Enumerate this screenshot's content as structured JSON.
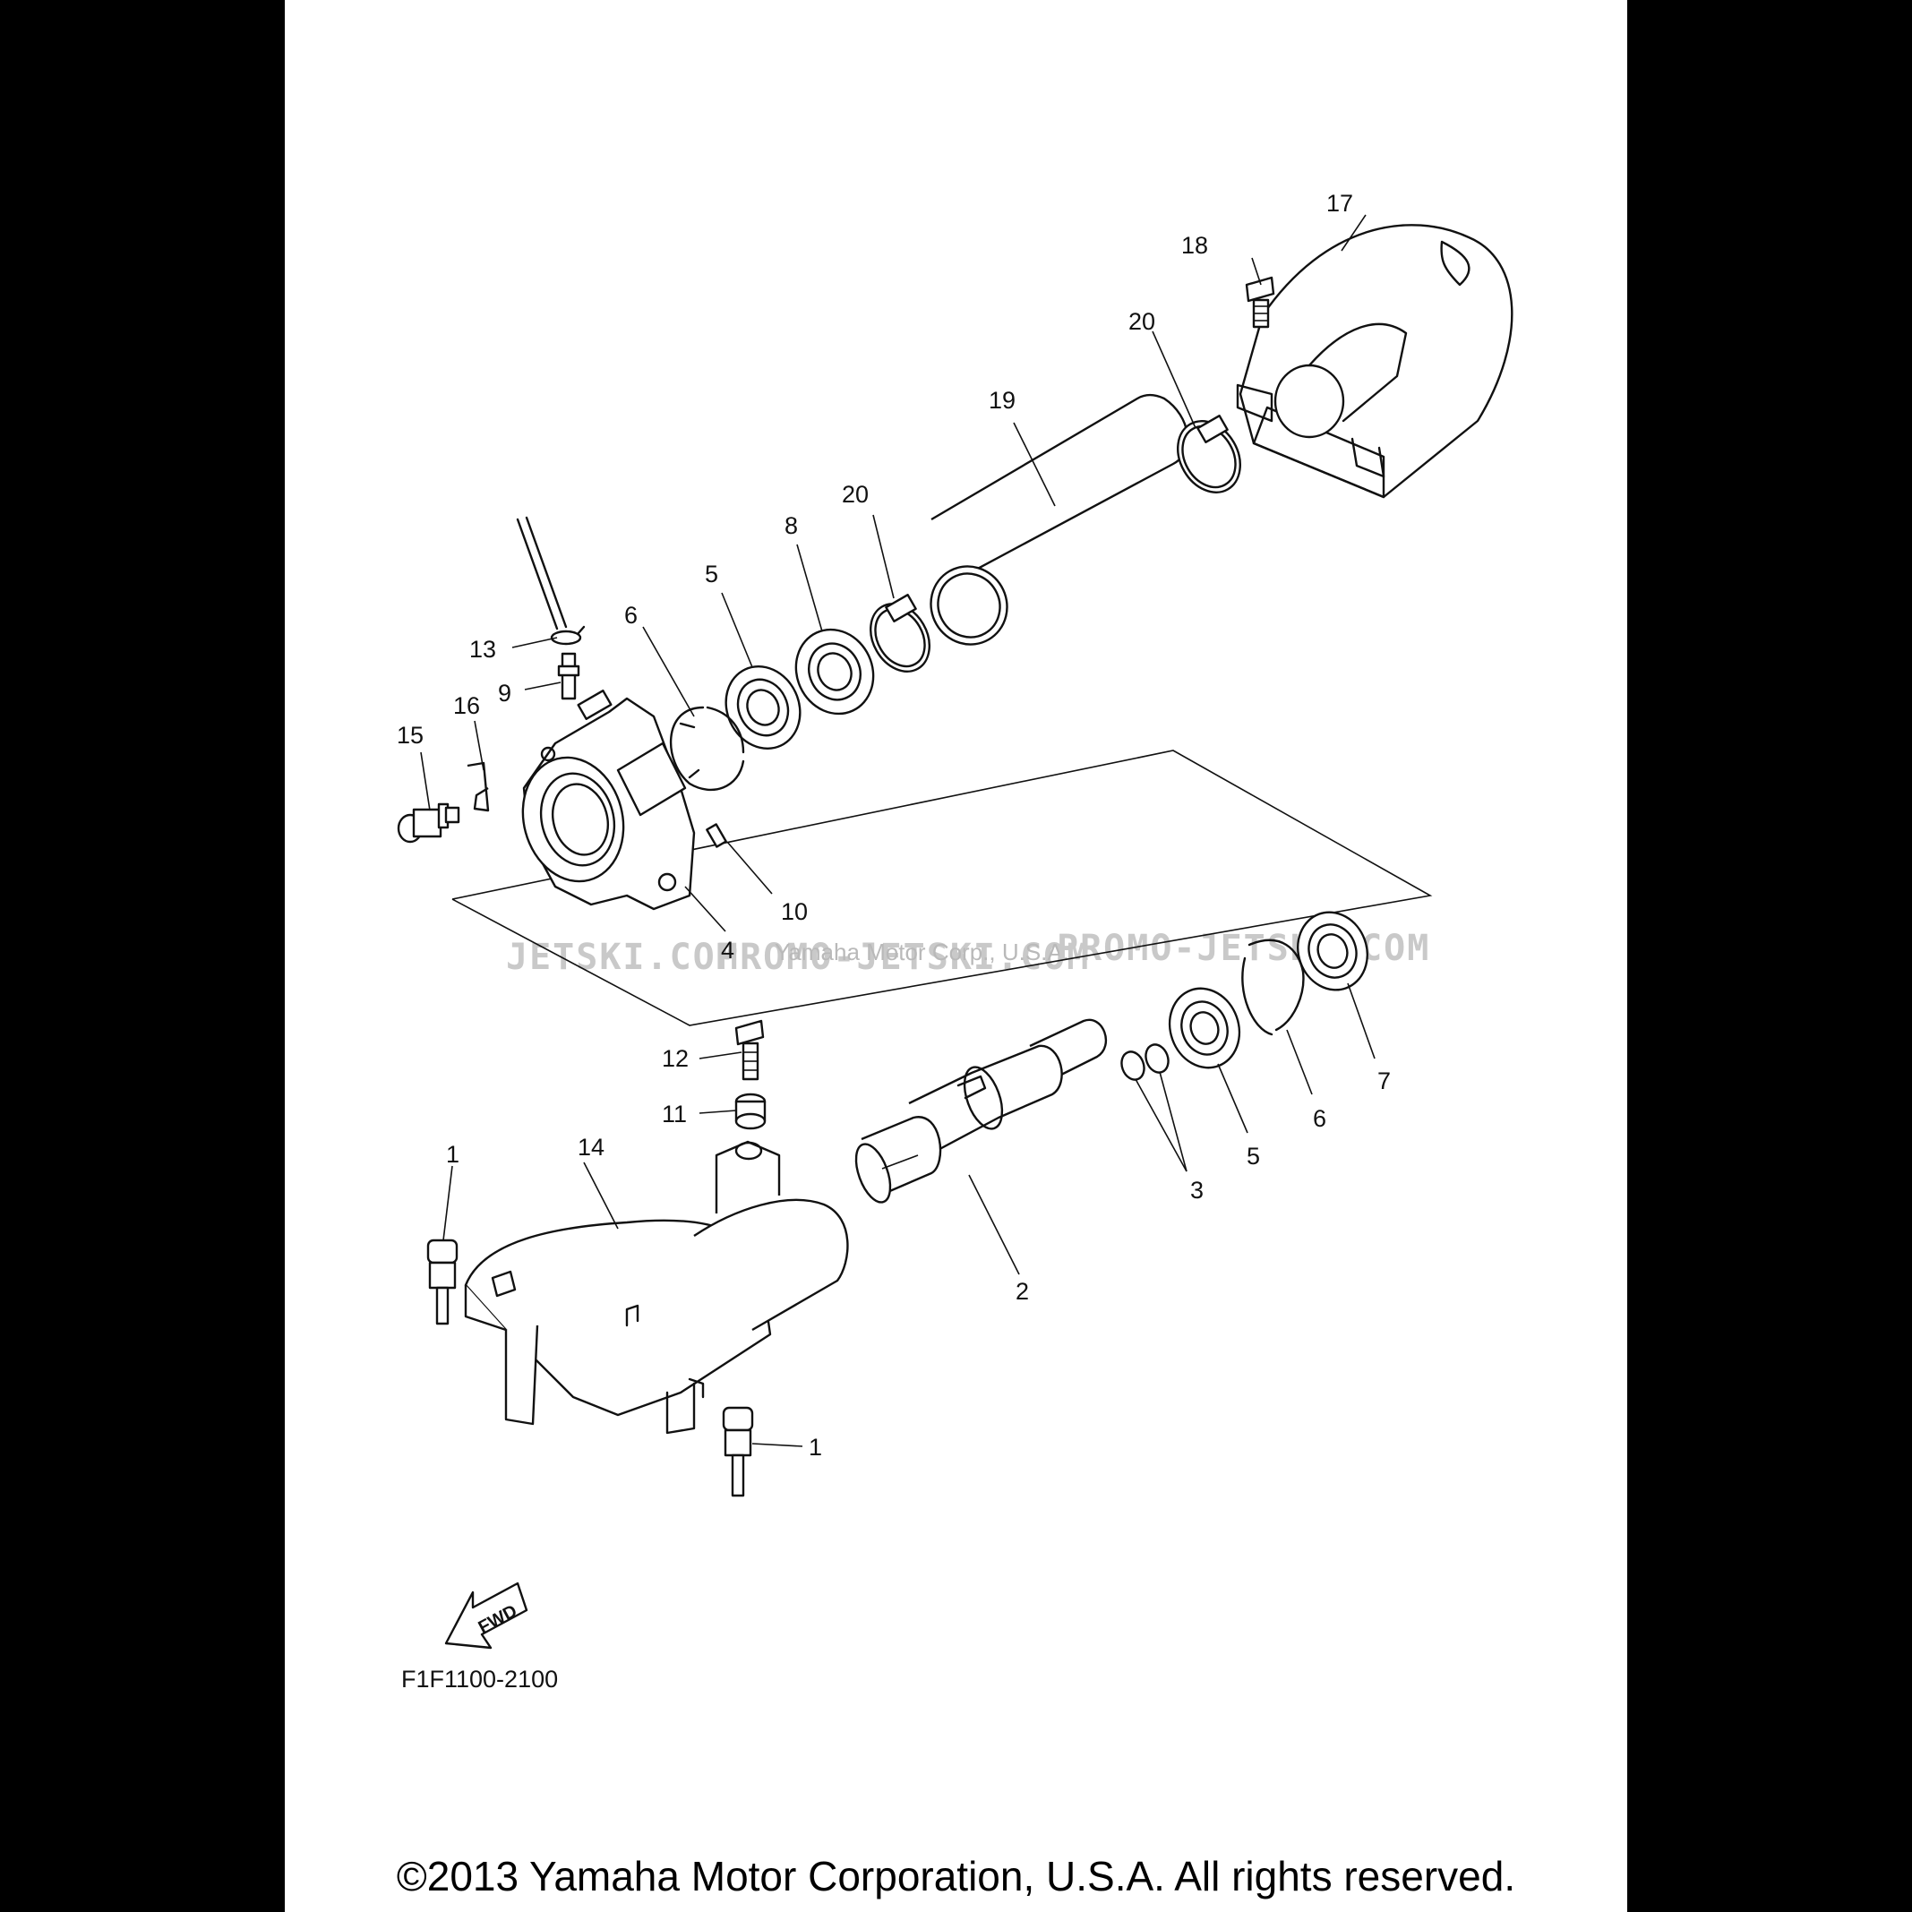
{
  "diagram_code": "F1F1100-2100",
  "copyright": "©2013 Yamaha Motor Corporation, U.S.A. All rights reserved.",
  "fwd_label": "FWD",
  "watermark": {
    "left": "JETSKI.COM",
    "mid": "PROMO-JETSKI.COM",
    "center": "Yamaha Motor Corp., U.S.A.",
    "right": "PROMO-JETSKI.COM"
  },
  "callouts": {
    "c1a": "1",
    "c1b": "1",
    "c2": "2",
    "c3": "3",
    "c4": "4",
    "c5a": "5",
    "c5b": "5",
    "c6a": "6",
    "c6b": "6",
    "c7": "7",
    "c8": "8",
    "c9": "9",
    "c10": "10",
    "c11": "11",
    "c12": "12",
    "c13": "13",
    "c14": "14",
    "c15": "15",
    "c16": "16",
    "c17": "17",
    "c18": "18",
    "c19": "19",
    "c20a": "20",
    "c20b": "20"
  }
}
